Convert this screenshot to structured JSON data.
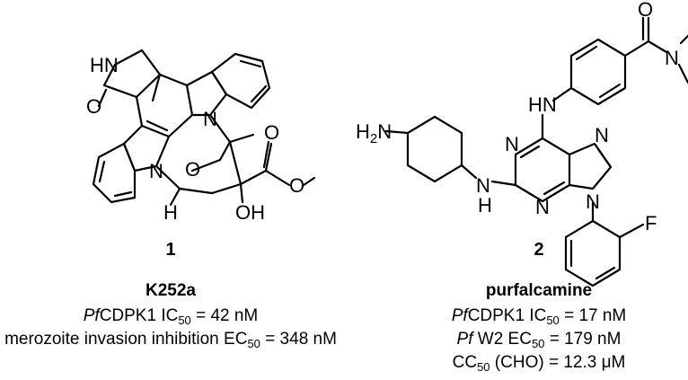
{
  "compounds": [
    {
      "id": "1",
      "name": "K252a",
      "lines": [
        {
          "pre": "Pf",
          "main": "CDPK1 IC",
          "sub": "50",
          "rest": " = 42 nM"
        },
        {
          "pre": "",
          "main": "merozoite invasion inhibition EC",
          "sub": "50",
          "rest": " = 348 nM"
        }
      ],
      "atoms": {
        "hn": "HN",
        "o_lactam": "O",
        "n_right": "N",
        "n_left": "N",
        "o_bridge": "O",
        "h": "H",
        "oh": "OH",
        "o_ester": "O",
        "o_carbonyl": "O"
      }
    },
    {
      "id": "2",
      "name": "purfalcamine",
      "lines": [
        {
          "pre": "Pf",
          "main": "CDPK1 IC",
          "sub": "50",
          "rest": " = 17 nM"
        },
        {
          "pre": "Pf",
          "main": " W2 EC",
          "sub": "50",
          "rest": " = 179 nM"
        },
        {
          "pre": "",
          "main": "CC",
          "sub": "50",
          "rest": " (CHO) = 12.3 μM"
        }
      ],
      "atoms": {
        "h2n": "H",
        "h2n_sub": "2",
        "h2n_n": "N",
        "nh_link": "N",
        "nh_h": "H",
        "hn_top": "HN",
        "n1": "N",
        "n3": "N",
        "n7": "N",
        "n9": "N",
        "o_amide": "O",
        "n_pip": "N",
        "f": "F"
      }
    }
  ]
}
